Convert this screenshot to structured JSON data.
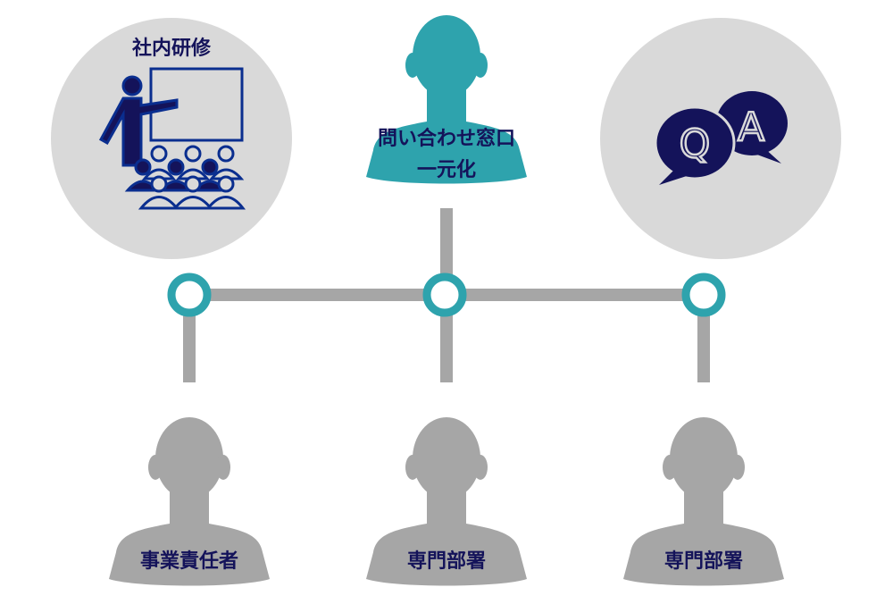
{
  "colors": {
    "accent": "#2ea3ad",
    "navy": "#14135a",
    "gray": "#a6a6a6",
    "circle_bg": "#d9d9d9"
  },
  "top": {
    "training": {
      "label": "社内研修",
      "icon": "training-presentation-icon"
    },
    "center": {
      "line1": "問い合わせ窓口",
      "line2": "一元化",
      "icon": "person-silhouette-icon"
    },
    "qa": {
      "icon": "qa-speech-bubbles-icon",
      "q": "Q",
      "a": "A"
    }
  },
  "bottom": [
    {
      "label": "事業責任者"
    },
    {
      "label": "専門部署"
    },
    {
      "label": "専門部署"
    }
  ]
}
